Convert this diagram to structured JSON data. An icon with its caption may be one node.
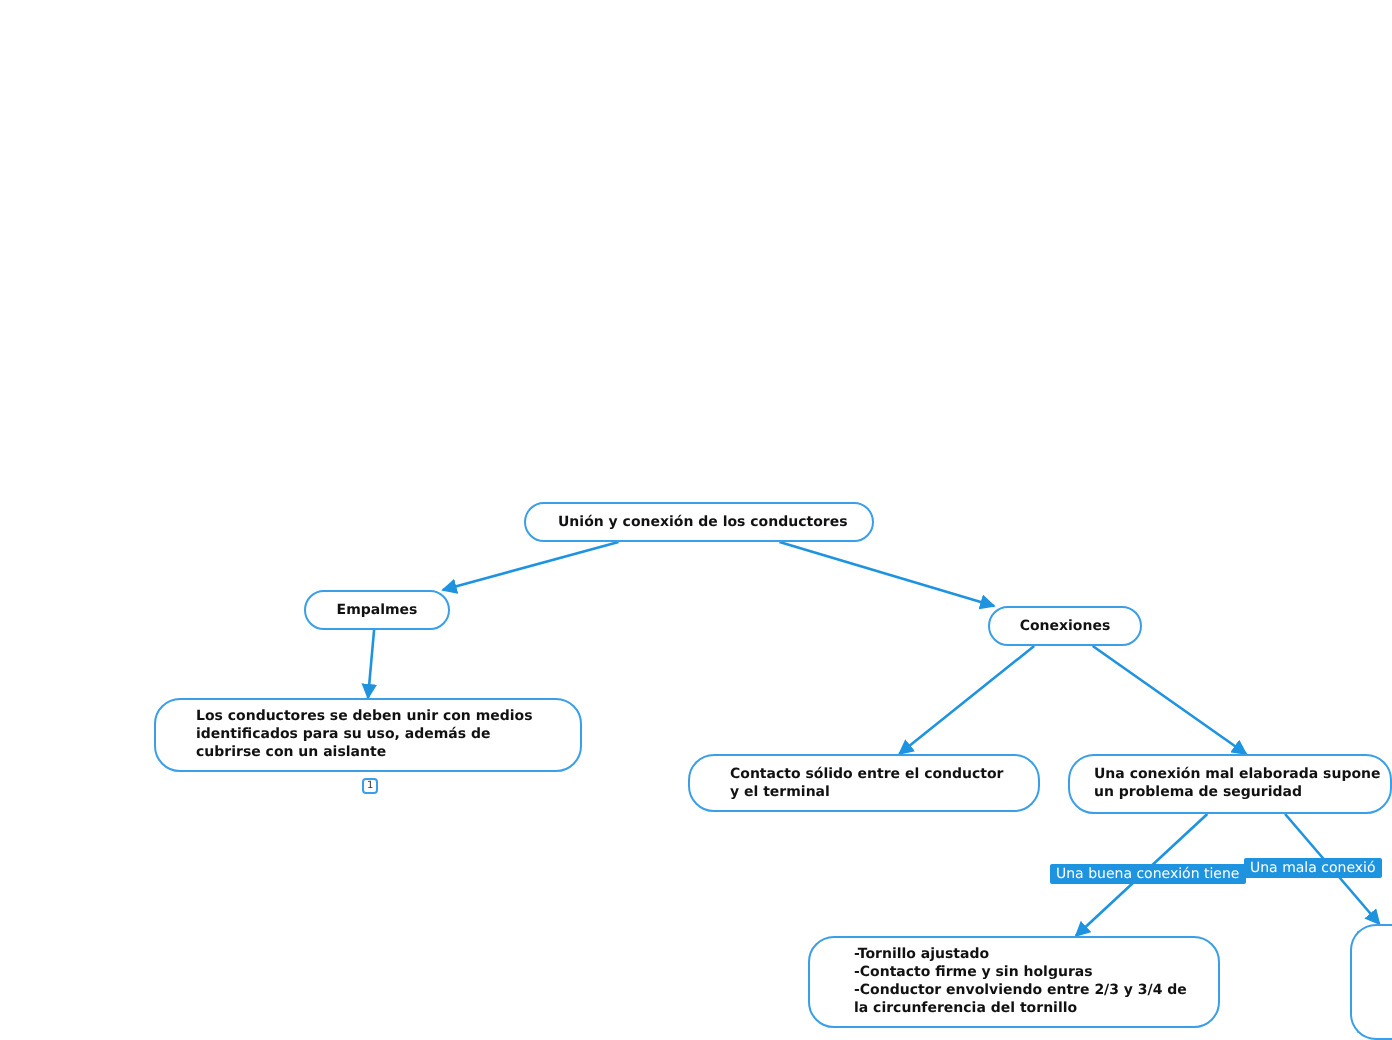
{
  "diagram": {
    "nodes": [
      {
        "text": [
          "Unión y conexión de los conductores"
        ]
      },
      {
        "text": [
          "Empalmes"
        ]
      },
      {
        "text": [
          "Los conductores se deben unir con medios identificados para su uso, además de cubrirse con un aislante"
        ],
        "beside": [
          "1"
        ]
      },
      {
        "text": [
          "Conexiones"
        ]
      },
      {
        "text": [
          "Contacto sólido entre el conductor y el terminal"
        ]
      },
      {
        "text": [
          "Una conexión mal elaborada supone un problema de seguridad"
        ]
      },
      {
        "text": [
          "-Tornillo ajustado",
          "-Contacto firme y sin holguras",
          "-Conductor envolviendo entre 2/3 y 3/4 de la circunferencia del tornillo"
        ]
      },
      {
        "text": [],
        "shape": "box"
      }
    ],
    "edges": [
      {
        "from": 0,
        "to": 1,
        "arrow": "to"
      },
      {
        "from": 1,
        "to": 2,
        "arrow": "to"
      },
      {
        "from": 0,
        "to": 3,
        "arrow": "to"
      },
      {
        "from": 3,
        "to": 4,
        "arrow": "to"
      },
      {
        "from": 3,
        "to": 5,
        "arrow": "to"
      },
      {
        "from": 5,
        "to": 6,
        "label": "Una buena conexión tiene",
        "arrow": "to"
      },
      {
        "from": 5,
        "to": 7,
        "label": "Una mala conexió",
        "arrow": "to"
      }
    ]
  }
}
